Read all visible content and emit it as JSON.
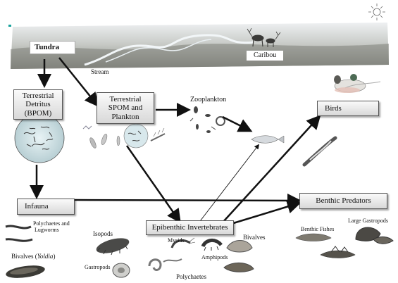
{
  "header": {
    "tundra": "Tundra",
    "caribou": "Caribou",
    "stream": "Stream"
  },
  "nodes": {
    "terrestrial_detritus": [
      "Terrestrial",
      "Detritus",
      "(BPOM)"
    ],
    "terrestrial_spom": [
      "Terrestrial",
      "SPOM and",
      "Plankton"
    ],
    "zooplankton": "Zooplankton",
    "birds": "Birds",
    "infauna": "Infauna",
    "epibenthic": "Epibenthic Invertebrates",
    "benthic_predators": "Benthic Predators"
  },
  "organisms": {
    "polychaetes_lugworms": [
      "Polychaetes and",
      "Lugworms"
    ],
    "bivalves_yoldia_prefix": "Bivalves (",
    "bivalves_yoldia_genus": "Yoldia",
    "bivalves_yoldia_suffix": ")",
    "isopods": "Isopods",
    "gastropods": "Gastropods",
    "mysids": "Mysids",
    "amphipods": "Amphipods",
    "polychaetes": "Polychaetes",
    "bivalves": "Bivalves",
    "benthic_fishes": "Benthic Fishes",
    "large_gastropods": "Large Gastropods"
  },
  "icons": [
    "sun-icon",
    "caribou-icon",
    "bird-icon",
    "fish-icon",
    "zooplankton-icon",
    "worm-icon",
    "shell-icon",
    "isopod-icon",
    "shrimp-icon",
    "snail-icon",
    "microbe-circle"
  ],
  "colors": {
    "arrow": "#111111",
    "box_border": "#555555",
    "box_fill_top": "#fafafa",
    "box_fill_bottom": "#d8d8d8",
    "tundra_sky": "#dfe3e6",
    "tundra_ground": "#8f8f86",
    "water": "#eef3f6"
  }
}
